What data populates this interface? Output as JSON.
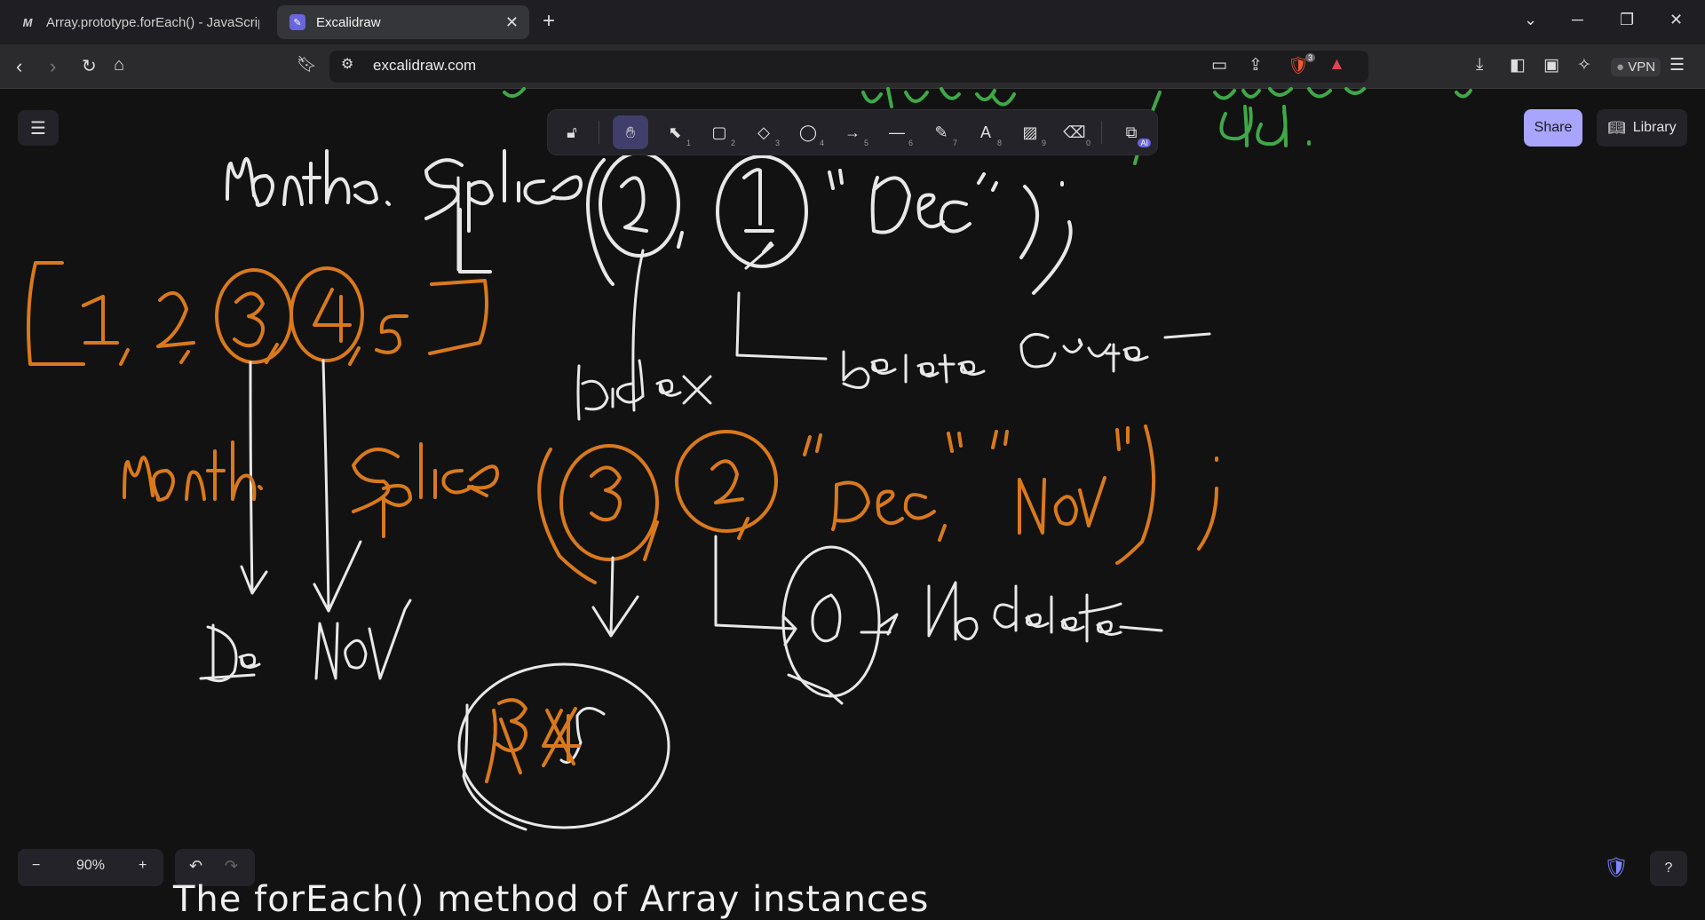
{
  "browser": {
    "tabs": [
      {
        "title": "Array.prototype.forEach() - JavaScrip",
        "favicon": "M",
        "active": false
      },
      {
        "title": "Excalidraw",
        "favicon": "excalidraw-logo",
        "active": true
      }
    ],
    "url": "excalidraw.com",
    "vpn_label": "VPN",
    "brave_badge": "3"
  },
  "toolbar": {
    "tools": [
      {
        "name": "lock",
        "icon": "lock-icon",
        "key": ""
      },
      {
        "name": "hand",
        "icon": "hand-icon",
        "key": "",
        "active": true
      },
      {
        "name": "selection",
        "icon": "cursor-icon",
        "key": "1"
      },
      {
        "name": "rectangle",
        "icon": "rectangle-icon",
        "key": "2"
      },
      {
        "name": "diamond",
        "icon": "diamond-icon",
        "key": "3"
      },
      {
        "name": "ellipse",
        "icon": "ellipse-icon",
        "key": "4"
      },
      {
        "name": "arrow",
        "icon": "arrow-icon",
        "key": "5"
      },
      {
        "name": "line",
        "icon": "line-icon",
        "key": "6"
      },
      {
        "name": "draw",
        "icon": "pencil-icon",
        "key": "7"
      },
      {
        "name": "text",
        "icon": "text-icon",
        "key": "8"
      },
      {
        "name": "image",
        "icon": "image-icon",
        "key": "9"
      },
      {
        "name": "eraser",
        "icon": "eraser-icon",
        "key": "0"
      },
      {
        "name": "more",
        "icon": "shapes-ai-icon",
        "key": ""
      }
    ],
    "ai_badge": "AI"
  },
  "header": {
    "share_label": "Share",
    "library_label": "Library"
  },
  "footer": {
    "zoom_level": "90%",
    "zoom_out": "−",
    "zoom_in": "+"
  },
  "canvas": {
    "bottom_text": "The forEach() method of Array instances",
    "colors": {
      "white": "#e8e8e8",
      "orange": "#d9791e",
      "green": "#3fa847"
    }
  }
}
